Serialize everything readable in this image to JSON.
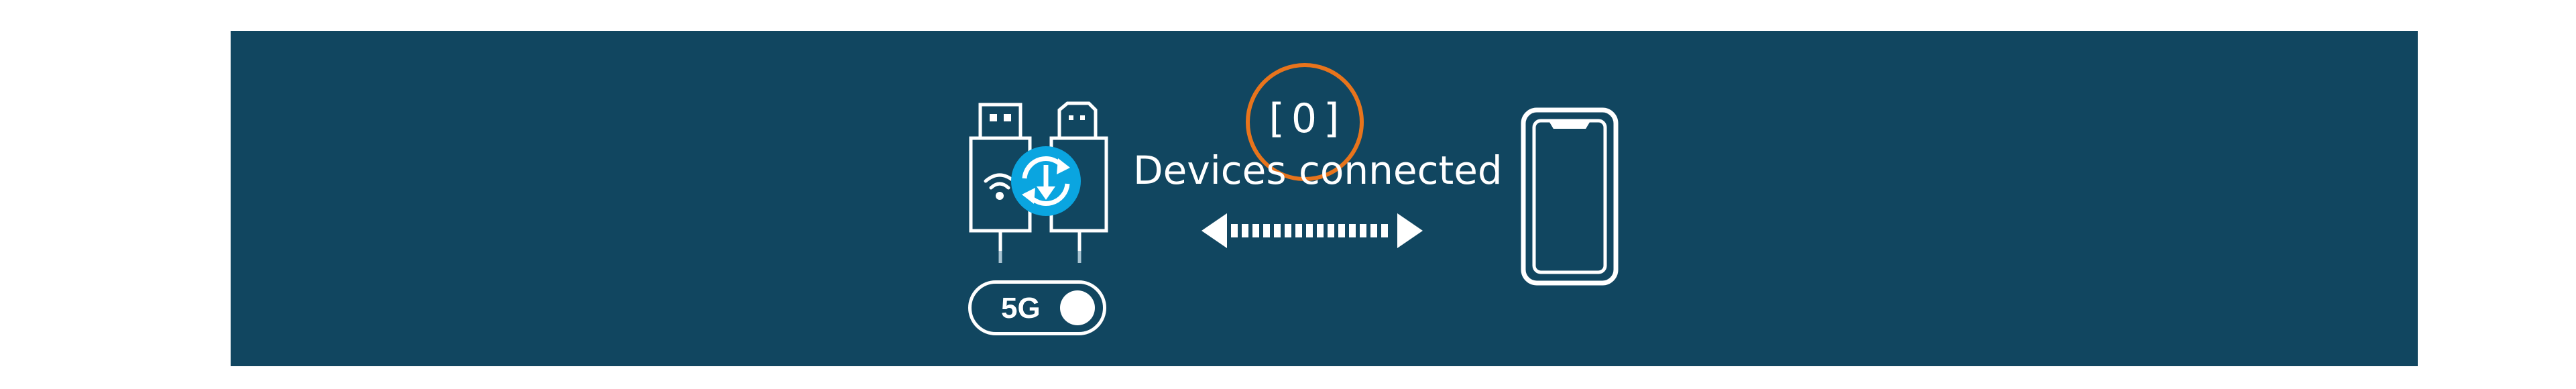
{
  "connection": {
    "count": "[0]",
    "label": "Devices connected"
  },
  "band_toggle": {
    "label": "5G",
    "on": true
  },
  "colors": {
    "panel_bg": "#114660",
    "accent": "#0aa5e0",
    "highlight": "#e8741c",
    "foreground": "#ffffff"
  },
  "icons": {
    "dongle": "usb-hdmi-dongle-icon",
    "sync": "sync-arrows-icon",
    "wifi": "wifi-icon",
    "transfer": "bidirectional-arrow-icon",
    "phone": "smartphone-icon"
  }
}
